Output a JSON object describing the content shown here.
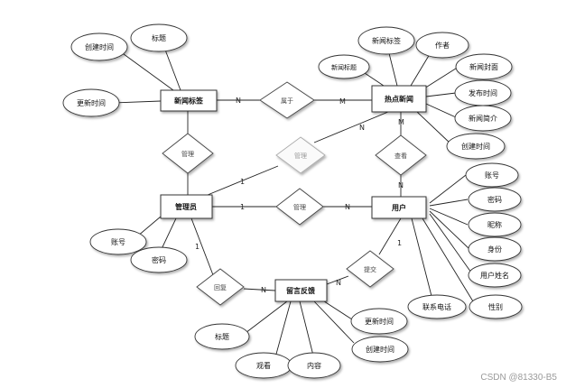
{
  "entities": {
    "news_tag": "新闻标签",
    "hot_news": "热点新闻",
    "admin": "管理员",
    "user": "用户",
    "feedback": "留言反馈"
  },
  "relations": {
    "belongs": "属于",
    "manage_tag": "管理",
    "manage_news": "管理",
    "manage_user": "管理",
    "view": "查看",
    "reply": "回复",
    "submit": "提交"
  },
  "attributes": {
    "tag_created": "创建时间",
    "tag_title": "标题",
    "tag_updated": "更新时间",
    "news_tag": "新闻标签",
    "news_author": "作者",
    "news_title": "新闻标题",
    "news_cover": "新闻封面",
    "news_publish": "发布时间",
    "news_intro": "新闻简介",
    "news_created": "创建时间",
    "user_account": "账号",
    "user_password": "密码",
    "user_nickname": "昵称",
    "user_identity": "身份",
    "user_name": "用户姓名",
    "user_phone": "联系电话",
    "user_gender": "性别",
    "admin_account": "账号",
    "admin_password": "密码",
    "fb_title": "标题",
    "fb_views": "观看",
    "fb_content": "内容",
    "fb_updated": "更新时间",
    "fb_created": "创建时间"
  },
  "cardinality": {
    "tag_belongs": "N",
    "belongs_news": "M",
    "admin_news_1": "1",
    "admin_news_n": "N",
    "admin_user_1": "1",
    "admin_user_n": "N",
    "view_news": "M",
    "view_user": "N",
    "admin_reply": "1",
    "reply_fb": "N",
    "fb_submit": "N",
    "submit_user": "1"
  },
  "watermark": "CSDN @81330-B5"
}
